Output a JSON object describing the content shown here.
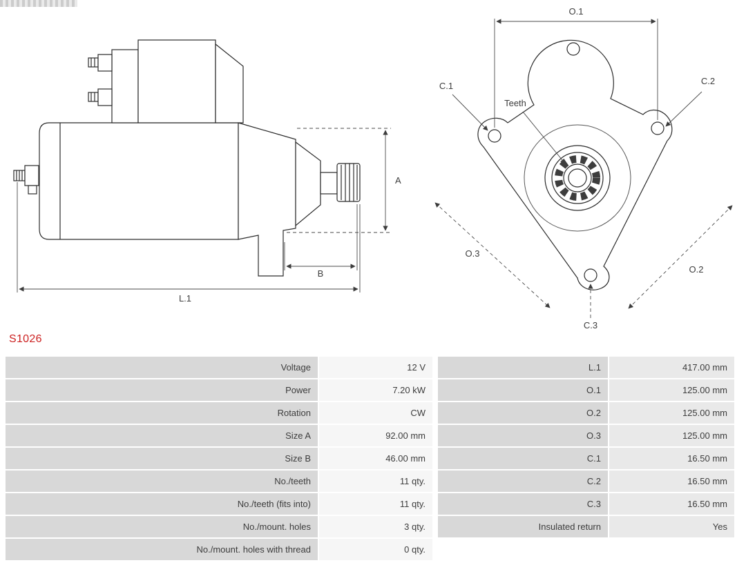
{
  "colors": {
    "accent_red": "#cc2020",
    "table_label_bg": "#d8d8d8",
    "table_value_left_bg": "#f6f6f6",
    "table_value_right_bg": "#e9e9e9",
    "table_text": "#3c3c3c"
  },
  "part_number": "S1026",
  "diagrams": {
    "side_view": {
      "dim_a": "A",
      "dim_b": "B",
      "dim_l1": "L.1"
    },
    "front_view": {
      "dim_o1": "O.1",
      "dim_o2": "O.2",
      "dim_o3": "O.3",
      "dim_c1": "C.1",
      "dim_c2": "C.2",
      "dim_c3": "C.3",
      "teeth_label": "Teeth"
    }
  },
  "spec_table": {
    "rows": [
      {
        "label_left": "Voltage",
        "value_left": "12 V",
        "label_right": "L.1",
        "value_right": "417.00 mm"
      },
      {
        "label_left": "Power",
        "value_left": "7.20 kW",
        "label_right": "O.1",
        "value_right": "125.00 mm"
      },
      {
        "label_left": "Rotation",
        "value_left": "CW",
        "label_right": "O.2",
        "value_right": "125.00 mm"
      },
      {
        "label_left": "Size A",
        "value_left": "92.00 mm",
        "label_right": "O.3",
        "value_right": "125.00 mm"
      },
      {
        "label_left": "Size B",
        "value_left": "46.00 mm",
        "label_right": "C.1",
        "value_right": "16.50 mm"
      },
      {
        "label_left": "No./teeth",
        "value_left": "11 qty.",
        "label_right": "C.2",
        "value_right": "16.50 mm"
      },
      {
        "label_left": "No./teeth (fits into)",
        "value_left": "11 qty.",
        "label_right": "C.3",
        "value_right": "16.50 mm"
      },
      {
        "label_left": "No./mount. holes",
        "value_left": "3 qty.",
        "label_right": "Insulated return",
        "value_right": "Yes"
      },
      {
        "label_left": "No./mount. holes with thread",
        "value_left": "0 qty.",
        "label_right": "",
        "value_right": ""
      }
    ]
  }
}
